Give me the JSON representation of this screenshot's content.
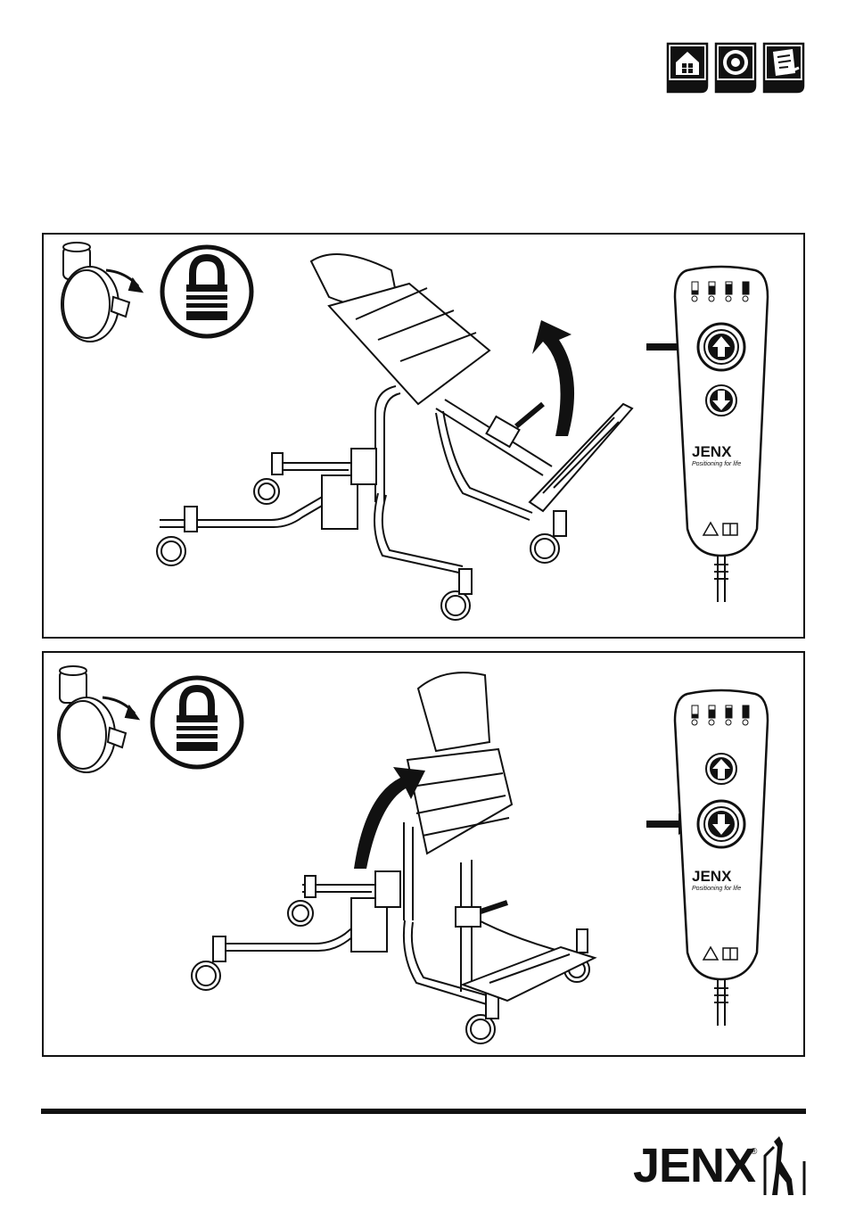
{
  "header": {
    "tabs": [
      {
        "name": "home-icon"
      },
      {
        "name": "target-icon"
      },
      {
        "name": "clipboard-icon"
      }
    ]
  },
  "panels": [
    {
      "step": "raise",
      "icons": [
        "castor-lock-icon",
        "padlock-icon"
      ],
      "remote": {
        "brand": "JENX",
        "tagline": "Positioning for life",
        "highlighted_button": "up",
        "battery_levels": 4
      }
    },
    {
      "step": "lower",
      "icons": [
        "castor-lock-icon",
        "padlock-icon"
      ],
      "remote": {
        "brand": "JENX",
        "tagline": "Positioning for life",
        "highlighted_button": "down",
        "battery_levels": 4
      }
    }
  ],
  "footer": {
    "brand": "JENX",
    "registered": "®"
  }
}
